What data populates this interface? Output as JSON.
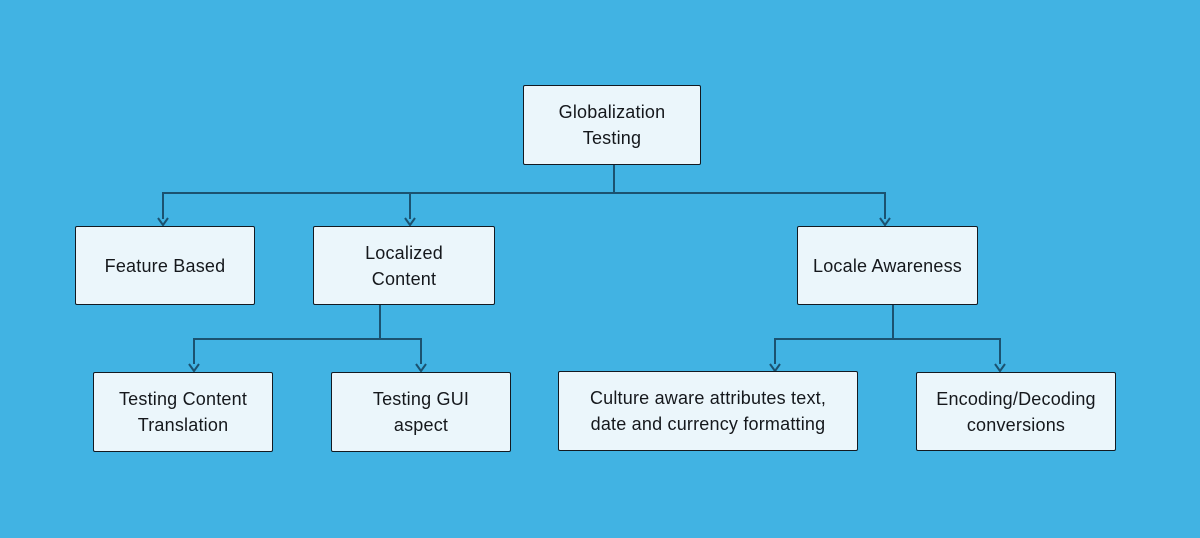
{
  "diagram": {
    "title": "Globalization Testing",
    "colors": {
      "background": "#41b3e3",
      "node_fill": "#ebf6fb",
      "node_border": "#131a21",
      "connector": "#1b5270",
      "text": "#15181c"
    },
    "nodes": {
      "root": {
        "label": "Globalization\nTesting"
      },
      "feature_based": {
        "label": "Feature Based"
      },
      "localized_content": {
        "label": "Localized\nContent"
      },
      "locale_awareness": {
        "label": "Locale Awareness"
      },
      "testing_content_translation": {
        "label": "Testing Content\nTranslation"
      },
      "testing_gui_aspect": {
        "label": "Testing GUI\naspect"
      },
      "culture_aware": {
        "label": "Culture aware attributes text,\ndate and currency formatting"
      },
      "encoding_decoding": {
        "label": "Encoding/Decoding\nconversions"
      }
    },
    "edges": [
      {
        "from": "root",
        "to": "feature_based"
      },
      {
        "from": "root",
        "to": "localized_content"
      },
      {
        "from": "root",
        "to": "locale_awareness"
      },
      {
        "from": "localized_content",
        "to": "testing_content_translation"
      },
      {
        "from": "localized_content",
        "to": "testing_gui_aspect"
      },
      {
        "from": "locale_awareness",
        "to": "culture_aware"
      },
      {
        "from": "locale_awareness",
        "to": "encoding_decoding"
      }
    ]
  }
}
